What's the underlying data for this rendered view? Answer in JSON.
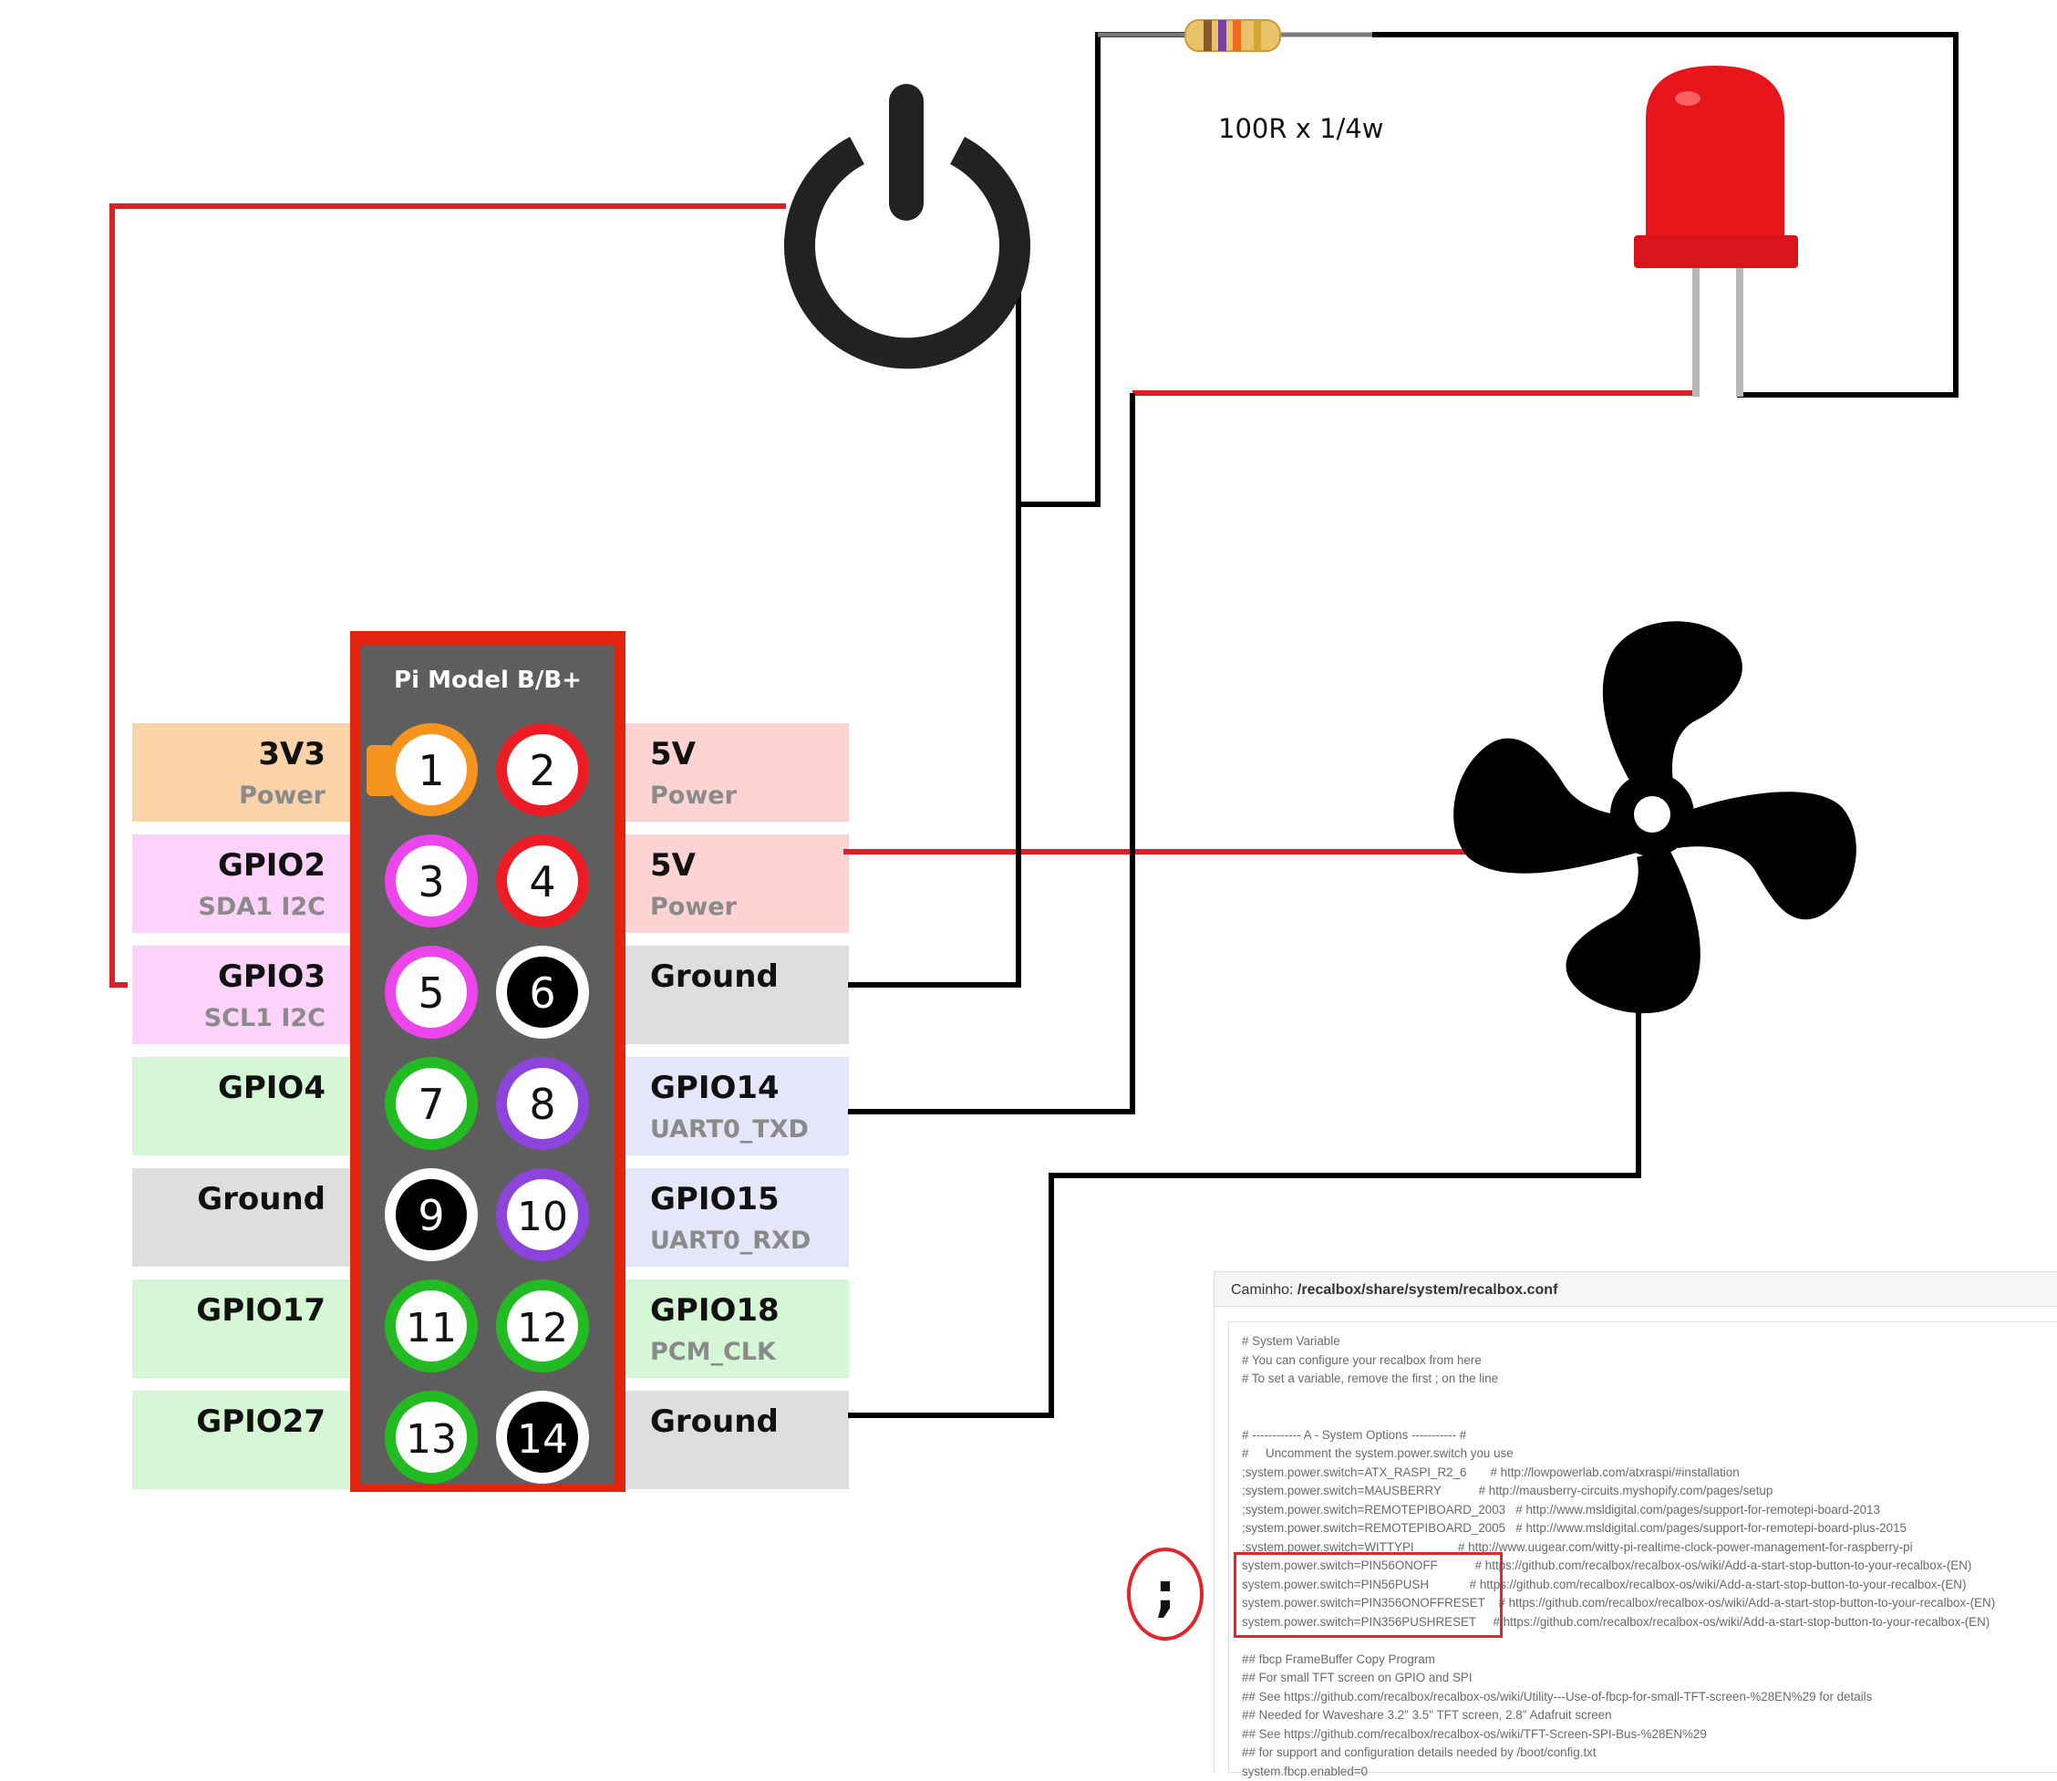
{
  "header": {
    "title": "Pi Model B/B+"
  },
  "pins": [
    {
      "number": "1",
      "color": "#f7941d",
      "text_color": "#111111",
      "fill": "#ffffff"
    },
    {
      "number": "2",
      "color": "#ed1c24",
      "text_color": "#111111",
      "fill": "#ffffff"
    },
    {
      "number": "3",
      "color": "#ee44ee",
      "text_color": "#111111",
      "fill": "#ffffff"
    },
    {
      "number": "4",
      "color": "#ed1c24",
      "text_color": "#111111",
      "fill": "#ffffff"
    },
    {
      "number": "5",
      "color": "#ee44ee",
      "text_color": "#111111",
      "fill": "#ffffff"
    },
    {
      "number": "6",
      "color": "#ffffff",
      "text_color": "#ffffff",
      "fill": "#000000"
    },
    {
      "number": "7",
      "color": "#22bb22",
      "text_color": "#111111",
      "fill": "#ffffff"
    },
    {
      "number": "8",
      "color": "#8d44dd",
      "text_color": "#111111",
      "fill": "#ffffff"
    },
    {
      "number": "9",
      "color": "#ffffff",
      "text_color": "#ffffff",
      "fill": "#000000"
    },
    {
      "number": "10",
      "color": "#8d44dd",
      "text_color": "#111111",
      "fill": "#ffffff"
    },
    {
      "number": "11",
      "color": "#22bb22",
      "text_color": "#111111",
      "fill": "#ffffff"
    },
    {
      "number": "12",
      "color": "#22bb22",
      "text_color": "#111111",
      "fill": "#ffffff"
    },
    {
      "number": "13",
      "color": "#22bb22",
      "text_color": "#111111",
      "fill": "#ffffff"
    },
    {
      "number": "14",
      "color": "#ffffff",
      "text_color": "#ffffff",
      "fill": "#000000"
    }
  ],
  "left_labels": [
    {
      "main": "3V3",
      "sub": "Power",
      "bg": "#fbd3a8"
    },
    {
      "main": "GPIO2",
      "sub": "SDA1 I2C",
      "bg": "#fdd3fb"
    },
    {
      "main": "GPIO3",
      "sub": "SCL1 I2C",
      "bg": "#fdd3fb"
    },
    {
      "main": "GPIO4",
      "sub": "",
      "bg": "#d5f7d5"
    },
    {
      "main": "Ground",
      "sub": "",
      "bg": "#dedede"
    },
    {
      "main": "GPIO17",
      "sub": "",
      "bg": "#d5f7d5"
    },
    {
      "main": "GPIO27",
      "sub": "",
      "bg": "#d5f7d5"
    }
  ],
  "right_labels": [
    {
      "main": "5V",
      "sub": "Power",
      "bg": "#fdd3d3"
    },
    {
      "main": "5V",
      "sub": "Power",
      "bg": "#fdd3d3"
    },
    {
      "main": "Ground",
      "sub": "",
      "bg": "#dedede"
    },
    {
      "main": "GPIO14",
      "sub": "UART0_TXD",
      "bg": "#e6e6fb"
    },
    {
      "main": "GPIO15",
      "sub": "UART0_RXD",
      "bg": "#e6e6fb"
    },
    {
      "main": "GPIO18",
      "sub": "PCM_CLK",
      "bg": "#d5f7d5"
    },
    {
      "main": "Ground",
      "sub": "",
      "bg": "#dedede"
    }
  ],
  "components": {
    "power_button": "power-symbol",
    "fan": "fan-symbol",
    "led": "red-led",
    "resistor": "resistor",
    "resistor_label": "100R x 1/4w"
  },
  "config": {
    "path_label": "Caminho: ",
    "path_value": "/recalbox/share/system/recalbox.conf",
    "lines": [
      "# System Variable",
      "# You can configure your recalbox from here",
      "# To set a variable, remove the first ; on the line",
      "",
      "",
      "# ------------ A - System Options ----------- #",
      "#     Uncomment the system.power.switch you use",
      ";system.power.switch=ATX_RASPI_R2_6       # http://lowpowerlab.com/atxraspi/#installation",
      ";system.power.switch=MAUSBERRY           # http://mausberry-circuits.myshopify.com/pages/setup",
      ";system.power.switch=REMOTEPIBOARD_2003   # http://www.msldigital.com/pages/support-for-remotepi-board-2013",
      ";system.power.switch=REMOTEPIBOARD_2005   # http://www.msldigital.com/pages/support-for-remotepi-board-plus-2015",
      ";system.power.switch=WITTYPI             # http://www.uugear.com/witty-pi-realtime-clock-power-management-for-raspberry-pi",
      "system.power.switch=PIN56ONOFF           # https://github.com/recalbox/recalbox-os/wiki/Add-a-start-stop-button-to-your-recalbox-(EN)",
      "system.power.switch=PIN56PUSH            # https://github.com/recalbox/recalbox-os/wiki/Add-a-start-stop-button-to-your-recalbox-(EN)",
      "system.power.switch=PIN356ONOFFRESET    # https://github.com/recalbox/recalbox-os/wiki/Add-a-start-stop-button-to-your-recalbox-(EN)",
      "system.power.switch=PIN356PUSHRESET     # https://github.com/recalbox/recalbox-os/wiki/Add-a-start-stop-button-to-your-recalbox-(EN)",
      "",
      "## fbcp FrameBuffer Copy Program",
      "## For small TFT screen on GPIO and SPI",
      "## See https://github.com/recalbox/recalbox-os/wiki/Utility---Use-of-fbcp-for-small-TFT-screen-%28EN%29 for details",
      "## Needed for Waveshare 3.2\" 3.5\" TFT screen, 2.8\" Adafruit screen",
      "## See https://github.com/recalbox/recalbox-os/wiki/TFT-Screen-SPI-Bus-%28EN%29",
      "## for support and configuration details needed by /boot/config.txt",
      "system.fbcp.enabled=0"
    ]
  },
  "annotation": {
    "symbol": ";"
  },
  "colors": {
    "wire_red": "#dd1f26",
    "wire_black": "#000000",
    "header_border": "#e0240e",
    "header_body": "#5e5e5e"
  }
}
